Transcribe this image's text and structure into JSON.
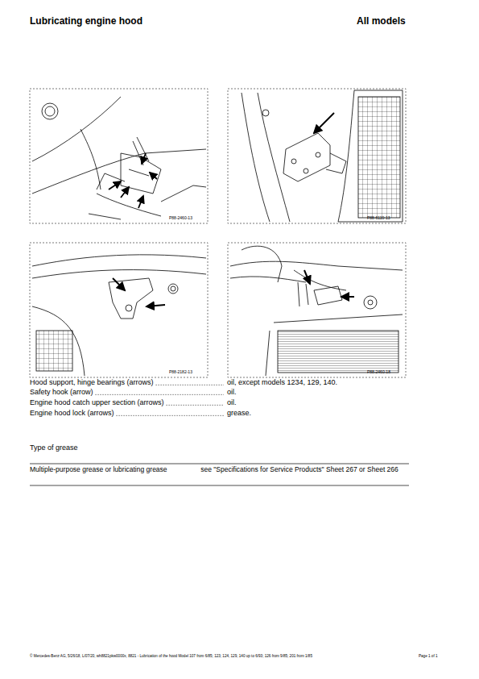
{
  "diagram": {
    "title": "Lubricating engine hood",
    "labels": [
      "All models",
      "P88-2460-13",
      "P88-6110-13",
      "P88-2182-13",
      "P88-2460-18",
      "Hood support, hinge bearings (arrows)",
      "oil, except models 1234, 129, 140.",
      "Safety hook (arrow)",
      "oil.",
      "Engine hood catch upper section (arrows)",
      "oil.",
      "Engine hood lock (arrows)",
      "grease.",
      "Type of grease",
      "Multiple-purpose grease or lubricating grease",
      "see \"Specifications for Service Products\" Sheet 267 or Sheet 266",
      "© Mercedes-Benz AG, 5/26/18, L/07/20, wh8821pkw0000x, 8821 - Lubrication of the hood Model 107 from 6/85; 123; 124, 129, 140 up to 6/93; 126 from 9/85; 201 from 1/85",
      "Page 1 of 1"
    ]
  }
}
